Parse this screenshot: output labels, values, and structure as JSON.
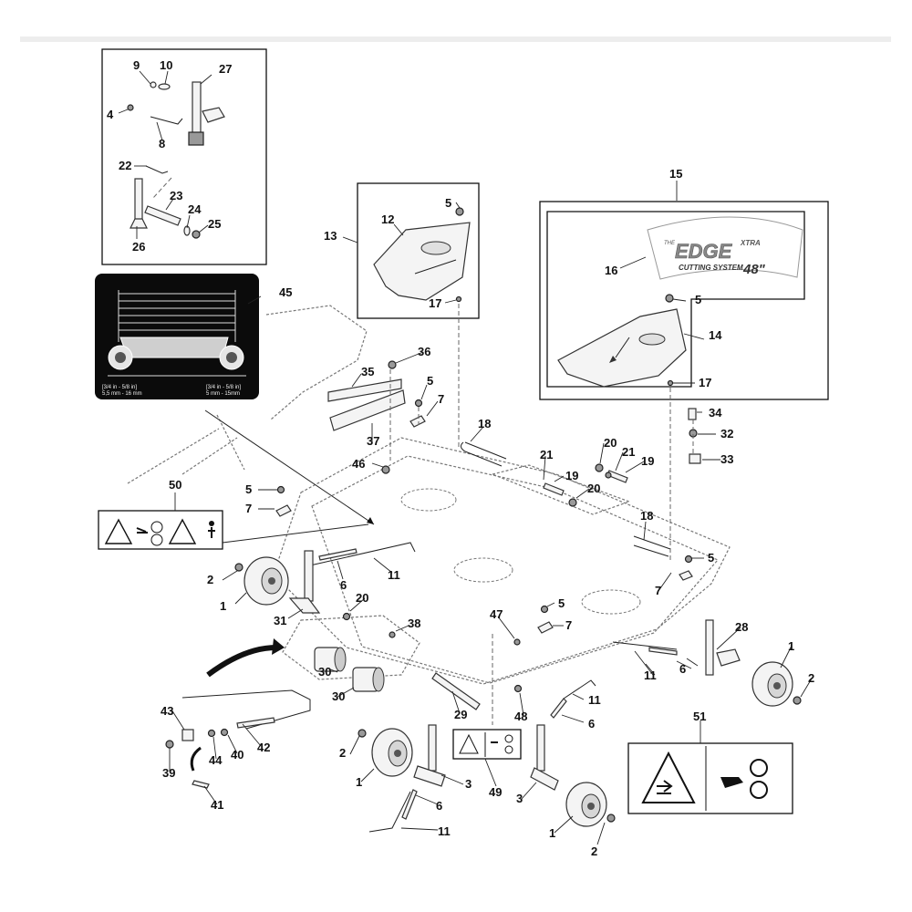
{
  "callouts": [
    {
      "n": "9"
    },
    {
      "n": "10"
    },
    {
      "n": "27"
    },
    {
      "n": "4"
    },
    {
      "n": "8"
    },
    {
      "n": "22"
    },
    {
      "n": "23"
    },
    {
      "n": "24"
    },
    {
      "n": "25"
    },
    {
      "n": "26"
    },
    {
      "n": "45"
    },
    {
      "n": "13"
    },
    {
      "n": "12"
    },
    {
      "n": "5"
    },
    {
      "n": "17"
    },
    {
      "n": "15"
    },
    {
      "n": "16"
    },
    {
      "n": "5"
    },
    {
      "n": "14"
    },
    {
      "n": "17"
    },
    {
      "n": "36"
    },
    {
      "n": "35"
    },
    {
      "n": "5"
    },
    {
      "n": "7"
    },
    {
      "n": "37"
    },
    {
      "n": "18"
    },
    {
      "n": "34"
    },
    {
      "n": "32"
    },
    {
      "n": "33"
    },
    {
      "n": "20"
    },
    {
      "n": "21"
    },
    {
      "n": "19"
    },
    {
      "n": "21"
    },
    {
      "n": "19"
    },
    {
      "n": "20"
    },
    {
      "n": "46"
    },
    {
      "n": "5"
    },
    {
      "n": "7"
    },
    {
      "n": "50"
    },
    {
      "n": "18"
    },
    {
      "n": "5"
    },
    {
      "n": "2"
    },
    {
      "n": "6"
    },
    {
      "n": "11"
    },
    {
      "n": "1"
    },
    {
      "n": "20"
    },
    {
      "n": "31"
    },
    {
      "n": "5"
    },
    {
      "n": "7"
    },
    {
      "n": "47"
    },
    {
      "n": "7"
    },
    {
      "n": "38"
    },
    {
      "n": "28"
    },
    {
      "n": "1"
    },
    {
      "n": "2"
    },
    {
      "n": "30"
    },
    {
      "n": "30"
    },
    {
      "n": "29"
    },
    {
      "n": "11"
    },
    {
      "n": "6"
    },
    {
      "n": "48"
    },
    {
      "n": "43"
    },
    {
      "n": "42"
    },
    {
      "n": "44"
    },
    {
      "n": "40"
    },
    {
      "n": "39"
    },
    {
      "n": "51"
    },
    {
      "n": "2"
    },
    {
      "n": "49"
    },
    {
      "n": "3"
    },
    {
      "n": "3"
    },
    {
      "n": "1"
    },
    {
      "n": "6"
    },
    {
      "n": "41"
    },
    {
      "n": "11"
    },
    {
      "n": "1"
    },
    {
      "n": "2"
    },
    {
      "n": "11"
    },
    {
      "n": "6"
    }
  ],
  "decal_16": {
    "line1": "THE",
    "brand": "EDGE",
    "suffix": "XTRA",
    "line2": "CUTTING SYSTEM",
    "size": "48\""
  },
  "height_decal_45": {
    "left_dim_1": "[3/4 in - 5/8 in]",
    "left_dim_2": "5,5 mm - 16 mm",
    "right_dim_1": "[3/4 in - 5/8 in]",
    "right_dim_2": "5 mm - 15mm"
  }
}
